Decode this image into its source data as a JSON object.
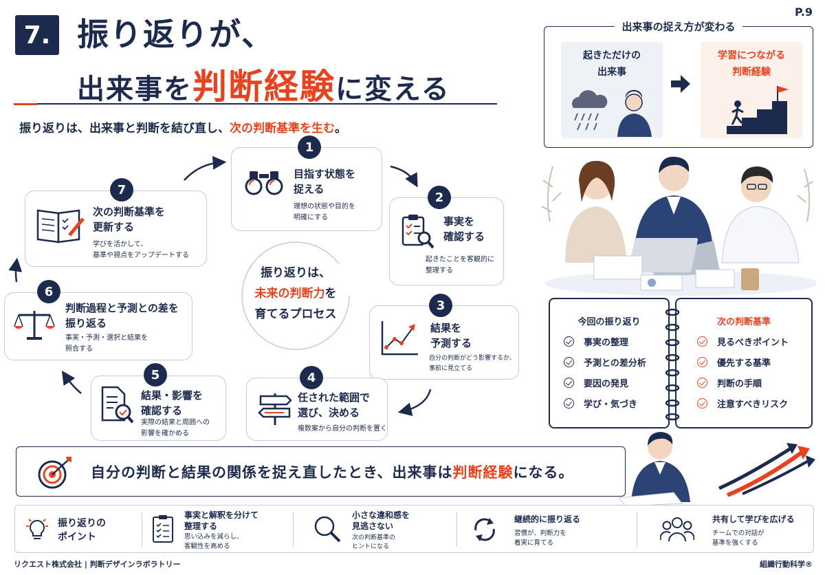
{
  "page_number": "P.9",
  "header": {
    "section_number": "7.",
    "title_line1": "振り返りが、",
    "title_line2_pre": "出来事を",
    "title_line2_emph": "判断経験",
    "title_line2_post": "に変える",
    "subtitle_pre": "振り返りは、出来事と判断を結び直し、",
    "subtitle_emph": "次の判断基準を生む",
    "subtitle_post": "。"
  },
  "cycle": {
    "center_line1": "振り返りは、",
    "center_line2": "未来の判断力",
    "center_line2_suffix": "を",
    "center_line3": "育てるプロセス",
    "steps": [
      {
        "number": "1",
        "title_line1": "目指す状態を",
        "title_line2": "捉える",
        "desc_line1": "理想の状態や目的を",
        "desc_line2": "明確にする",
        "icon": "binoculars-icon"
      },
      {
        "number": "2",
        "title_line1": "事実を",
        "title_line2": "確認する",
        "desc_line1": "起きたことを客観的に",
        "desc_line2": "整理する",
        "icon": "clipboard-search-icon"
      },
      {
        "number": "3",
        "title_line1": "結果を",
        "title_line2": "予測する",
        "desc_line1": "自分の判断がどう影響するか、",
        "desc_line2": "事前に見立てる",
        "icon": "trend-chart-icon"
      },
      {
        "number": "4",
        "title_line1": "任された範囲で",
        "title_line2": "選び、決める",
        "desc_line1": "複数案から自分の判断を置く",
        "desc_line2": "",
        "icon": "signpost-icon"
      },
      {
        "number": "5",
        "title_line1": "結果・影響を",
        "title_line2": "確認する",
        "desc_line1": "実際の結果と周囲への",
        "desc_line2": "影響を確かめる",
        "icon": "document-check-icon"
      },
      {
        "number": "6",
        "title_line1": "判断過程と予測との差を",
        "title_line2": "振り返る",
        "desc_line1": "事実・予測・選択と結果を",
        "desc_line2": "照合する",
        "icon": "scale-icon"
      },
      {
        "number": "7",
        "title_line1": "次の判断基準を",
        "title_line2": "更新する",
        "desc_line1": "学びを活かして、",
        "desc_line2": "基準や視点をアップデートする",
        "icon": "notebook-pen-icon"
      }
    ]
  },
  "perception_box": {
    "title": "出来事の捉え方が変わる",
    "before_line1": "起きただけの",
    "before_line2": "出来事",
    "after_line1": "学習につながる",
    "after_line2": "判断経験"
  },
  "notebook": {
    "left_title": "今回の振り返り",
    "left_items": [
      "事実の整理",
      "予測との差分析",
      "要因の発見",
      "学び・気づき"
    ],
    "right_title": "次の判断基準",
    "right_items": [
      "見るべきポイント",
      "優先する基準",
      "判断の手順",
      "注意すべきリスク"
    ]
  },
  "key_message": {
    "pre": "自分の判断と結果の関係を捉え直したとき、出来事は",
    "emph": "判断経験",
    "post": "になる。"
  },
  "points": [
    {
      "title_line1": "振り返りの",
      "title_line2": "ポイント",
      "desc_line1": "",
      "desc_line2": "",
      "icon": "lightbulb-icon"
    },
    {
      "title_line1": "事実と解釈を分けて",
      "title_line2": "整理する",
      "desc_line1": "思い込みを減らし、",
      "desc_line2": "客観性を高める",
      "icon": "checklist-icon"
    },
    {
      "title_line1": "小さな違和感を",
      "title_line2": "見逃さない",
      "desc_line1": "次の判断基準の",
      "desc_line2": "ヒントになる",
      "icon": "magnifier-icon"
    },
    {
      "title_line1": "継続的に振り返る",
      "title_line2": "",
      "desc_line1": "習慣が、判断力を",
      "desc_line2": "着実に育てる",
      "icon": "cycle-arrows-icon"
    },
    {
      "title_line1": "共有して学びを広げる",
      "title_line2": "",
      "desc_line1": "チームでの対話が",
      "desc_line2": "基準を強くする",
      "icon": "team-icon"
    }
  ],
  "footer": {
    "left": "リクエスト株式会社 | 判断デザインラボラトリー",
    "right": "組織行動科学®"
  },
  "colors": {
    "navy": "#1c2a4d",
    "accent_red": "#e8431f",
    "border_gray": "#c3cad9"
  }
}
